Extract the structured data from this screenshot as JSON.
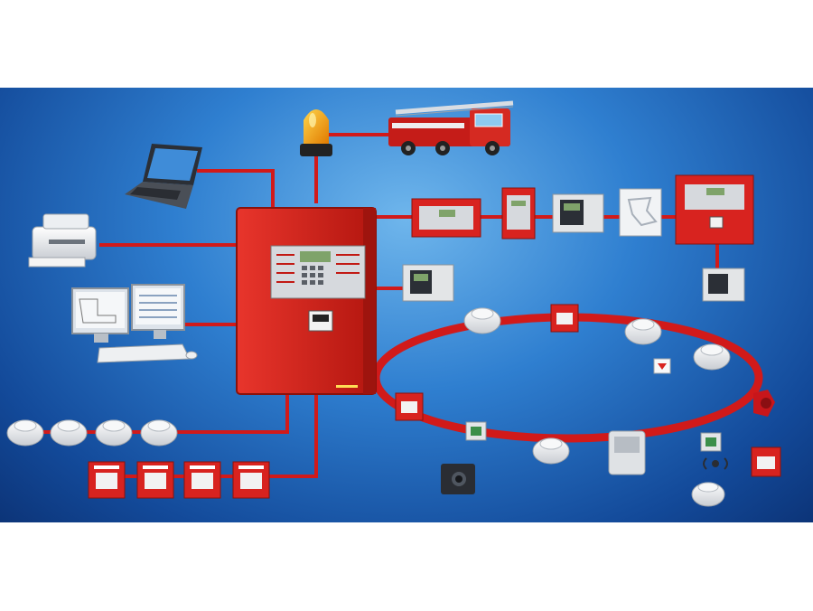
{
  "diagram": {
    "colors": {
      "background_top": "#6fb6ec",
      "background_bottom": "#0c3478",
      "wire": "#d11a1a",
      "panel": "#d8231f",
      "panel_dark": "#a5150f"
    },
    "nodes": [
      {
        "id": "fire-panel",
        "icon": "control-panel-icon"
      },
      {
        "id": "beacon",
        "icon": "beacon-icon"
      },
      {
        "id": "fire-truck",
        "icon": "fire-truck-icon"
      },
      {
        "id": "laptop",
        "icon": "laptop-icon"
      },
      {
        "id": "printer",
        "icon": "printer-icon"
      },
      {
        "id": "workstation",
        "icon": "computer-icon"
      },
      {
        "id": "smoke-detectors",
        "icon": "smoke-detector-icon",
        "count": 4
      },
      {
        "id": "manual-call-points",
        "icon": "call-point-icon",
        "count": 4
      },
      {
        "id": "repeater-panels",
        "icon": "repeater-panel-icon"
      },
      {
        "id": "loop",
        "icon": "loop-icon"
      }
    ]
  }
}
